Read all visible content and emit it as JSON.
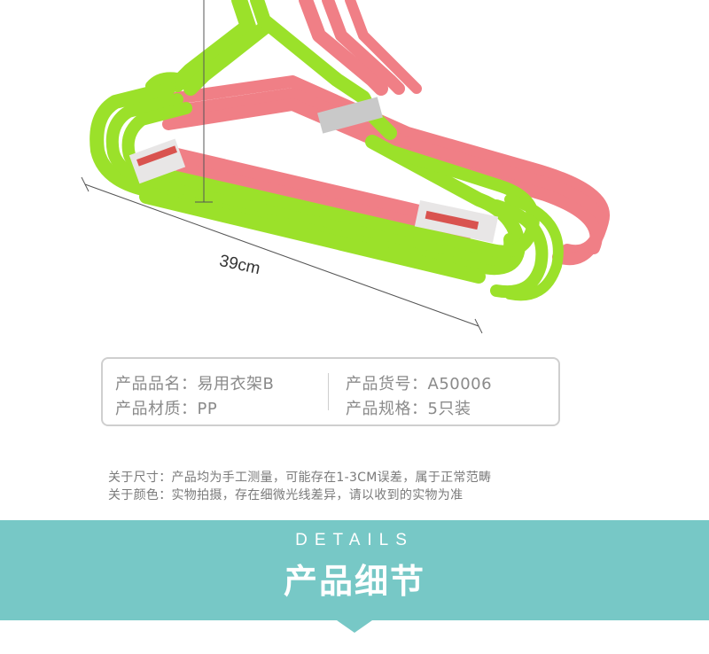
{
  "measurement": {
    "label": "39cm"
  },
  "specs": {
    "name": "产品品名：易用衣架B",
    "item_no": "产品货号：A50006",
    "material": "产品材质：PP",
    "spec": "产品规格：5只装"
  },
  "notes": {
    "size": "关于尺寸：产品均为手工测量，可能存在1-3CM误差，属于正常范畴",
    "color": "关于颜色：实物拍摄，存在细微光线差异，请以收到的实物为准"
  },
  "section": {
    "title_en": "DETAILS",
    "title_cn": "产品细节"
  },
  "colors": {
    "green": "#9be12a",
    "pink": "#f28282",
    "band": "#77c8c6"
  }
}
